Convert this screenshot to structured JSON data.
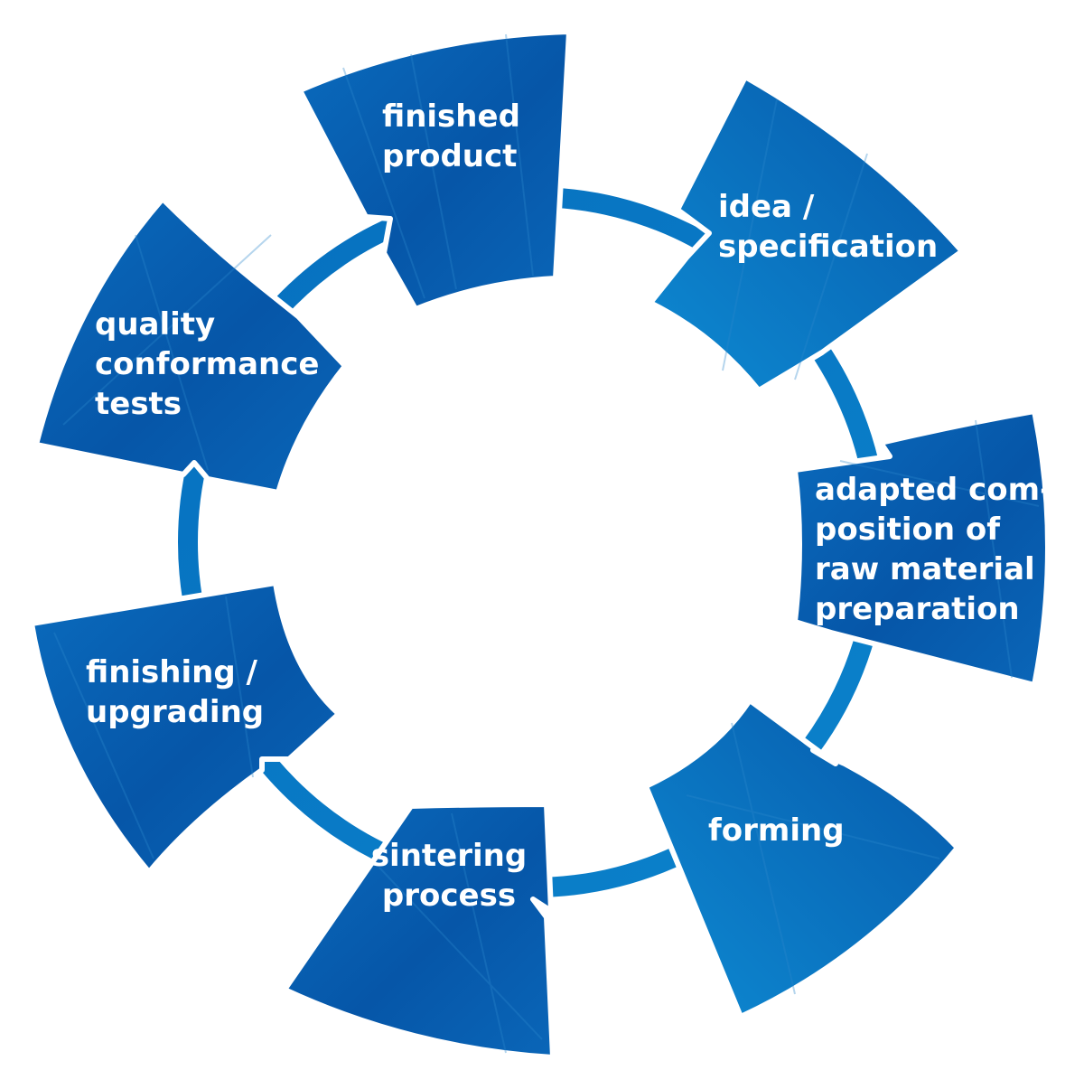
{
  "diagram": {
    "type": "cycle",
    "colors": {
      "segment_dark": "#0656a8",
      "segment_light": "#0d86cf",
      "connector": "#0778c6",
      "text": "#ffffff"
    },
    "steps": [
      {
        "id": "finished-product",
        "lines": [
          "finished",
          "product"
        ]
      },
      {
        "id": "idea-specification",
        "lines": [
          "idea /",
          "specification"
        ]
      },
      {
        "id": "adapted-composition",
        "lines": [
          "adapted com-",
          "position of",
          "raw material /",
          "preparation"
        ]
      },
      {
        "id": "forming",
        "lines": [
          "forming"
        ]
      },
      {
        "id": "sintering-process",
        "lines": [
          "sintering",
          "process"
        ]
      },
      {
        "id": "finishing-upgrading",
        "lines": [
          "finishing /",
          "upgrading"
        ]
      },
      {
        "id": "quality-tests",
        "lines": [
          "quality",
          "conformance",
          "tests"
        ]
      }
    ]
  }
}
